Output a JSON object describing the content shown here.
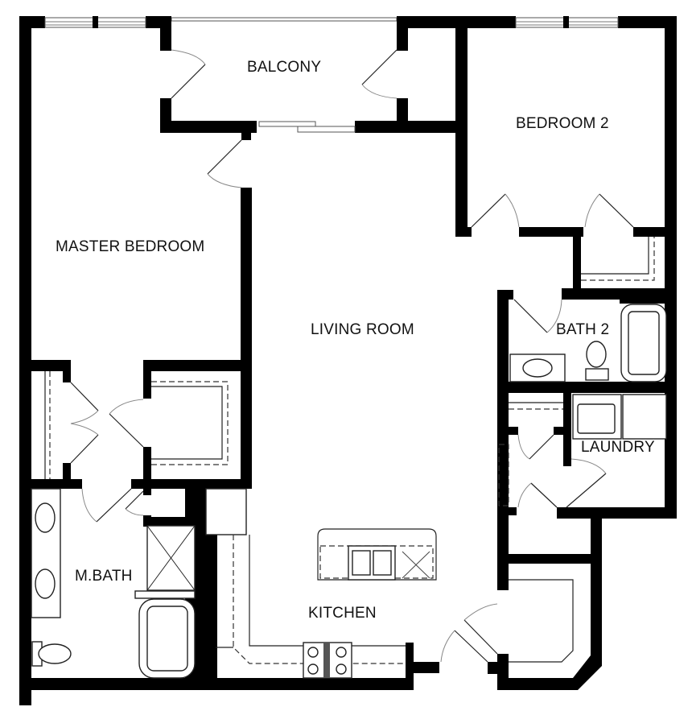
{
  "plan": {
    "rooms": [
      {
        "id": "balcony",
        "label": "BALCONY"
      },
      {
        "id": "bedroom-2",
        "label": "BEDROOM 2"
      },
      {
        "id": "master-bedroom",
        "label": "MASTER BEDROOM"
      },
      {
        "id": "living-room",
        "label": "LIVING ROOM"
      },
      {
        "id": "bath-2",
        "label": "BATH 2"
      },
      {
        "id": "laundry",
        "label": "LAUNDRY"
      },
      {
        "id": "master-bath",
        "label": "M.BATH"
      },
      {
        "id": "kitchen",
        "label": "KITCHEN"
      }
    ],
    "colors": {
      "wall": "#000000",
      "background": "#ffffff",
      "fixture_line": "#222222",
      "door_swing": "#888888"
    }
  }
}
